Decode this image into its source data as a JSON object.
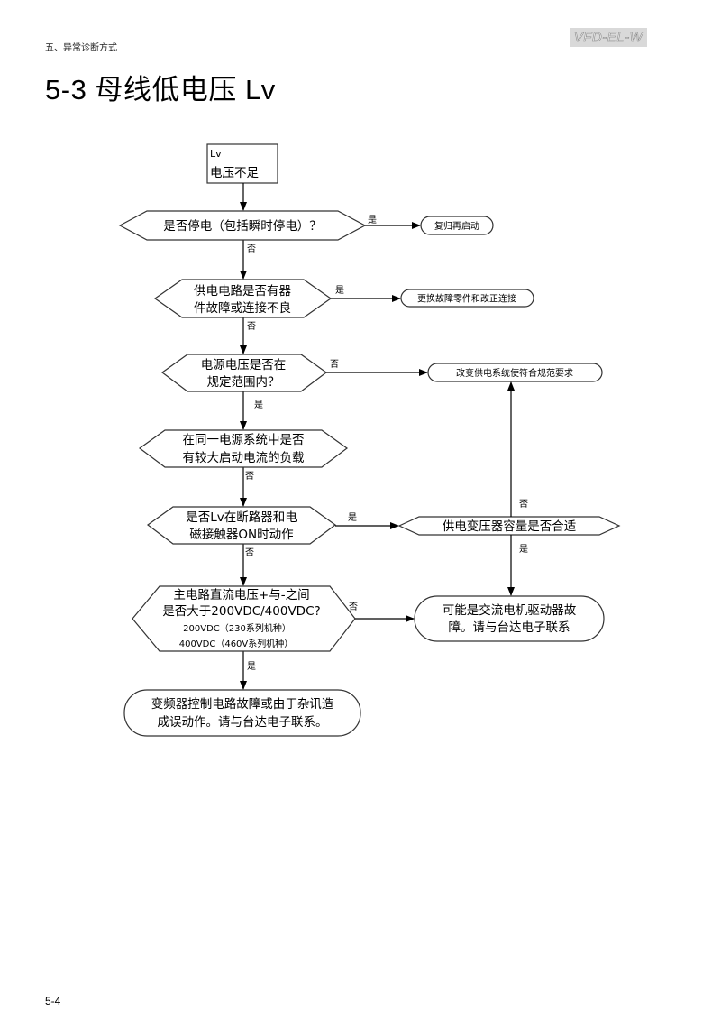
{
  "header": {
    "section_label": "五、异常诊断方式",
    "model_badge": "VFD-EL-W",
    "title": "5-3  母线低电压 Lv"
  },
  "flowchart": {
    "start": {
      "line1": "Lv",
      "line2": "电压不足"
    },
    "decisions": {
      "power_outage": {
        "lines": [
          "是否停电（包括瞬时停电）？"
        ]
      },
      "supply_circuit": {
        "lines": [
          "供电电路是否有器",
          "件故障或连接不良"
        ]
      },
      "supply_voltage": {
        "lines": [
          "电源电压是否在",
          "规定范围内？"
        ]
      },
      "large_load": {
        "lines": [
          "在同一电源系统中是否",
          "有较大启动电流的负载"
        ]
      },
      "lv_on_breaker": {
        "lines": [
          "是否Lv在断路器和电",
          "磁接触器ON时动作"
        ]
      },
      "transformer": {
        "lines": [
          "供电变压器容量是否合适"
        ]
      },
      "dc_voltage": {
        "lines": [
          "主电路直流电压+与-之间",
          "是否大于200VDC/400VDC?",
          "200VDC（230系列机种）",
          "400VDC（460V系列机种）"
        ]
      }
    },
    "terminals": {
      "restart": "复归再启动",
      "replace_parts": "更换故障零件和改正连接",
      "change_supply": "改变供电系统使符合规范要求",
      "drive_fault": {
        "lines": [
          "可能是交流电机驱动器故",
          "障。请与台达电子联系"
        ]
      },
      "control_fault": {
        "lines": [
          "变频器控制电路故障或由于杂讯造",
          "成误动作。请与台达电子联系。"
        ]
      }
    },
    "edge_labels": {
      "yes": "是",
      "no": "否"
    }
  },
  "footer": {
    "page_number": "5-4"
  }
}
